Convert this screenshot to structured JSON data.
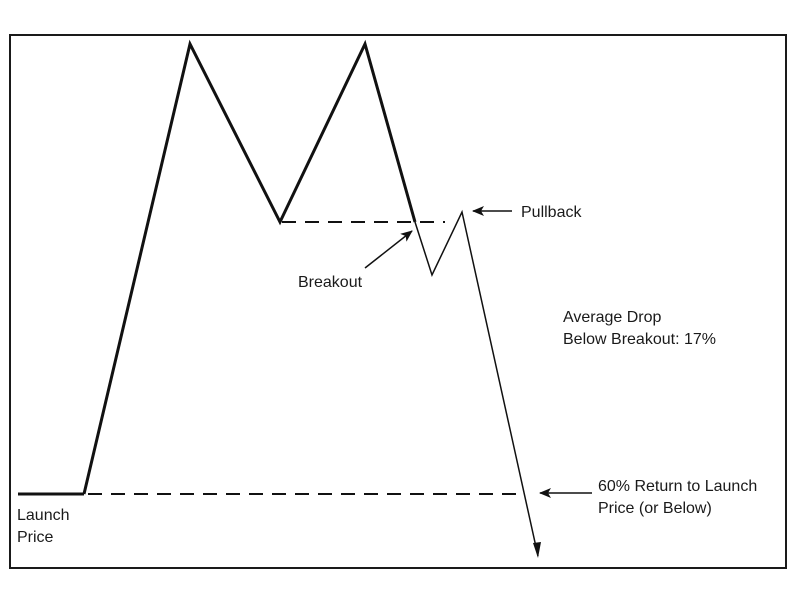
{
  "annotations": {
    "pullback": "Pullback",
    "breakout": "Breakout",
    "average_drop_line1": "Average Drop",
    "average_drop_line2": "Below Breakout: 17%",
    "return_line1": "60% Return to Launch",
    "return_line2": "Price (or Below)",
    "launch_line1": "Launch",
    "launch_line2": "Price"
  },
  "colors": {
    "line": "#111111",
    "text": "#1a1a1a",
    "background": "#ffffff"
  }
}
